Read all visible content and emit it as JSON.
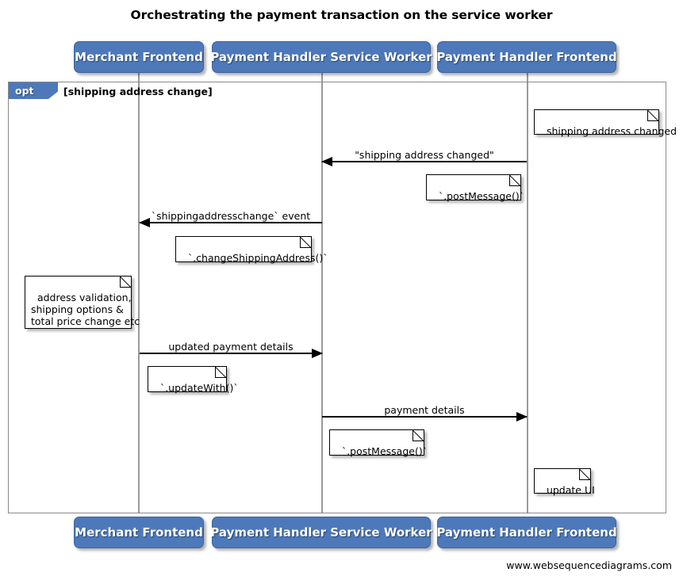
{
  "diagram": {
    "title": "Orchestrating the payment transaction on the service worker",
    "type": "uml-sequence-diagram",
    "footer_credit": "www.websequencediagrams.com",
    "colors": {
      "actor_fill": "#4d79ba",
      "actor_text": "#ffffff",
      "frame_border": "#8a8a8a",
      "lifeline": "#9a9a9a",
      "arrow": "#000000",
      "note_fill": "#ffffff",
      "background": "#ffffff"
    }
  },
  "actors": [
    {
      "id": "merchant-frontend",
      "label": "Merchant Frontend"
    },
    {
      "id": "payment-handler-service-worker",
      "label": "Payment Handler Service Worker"
    },
    {
      "id": "payment-handler-frontend",
      "label": "Payment Handler Frontend"
    }
  ],
  "fragment": {
    "operator": "opt",
    "guard": "[shipping address change]"
  },
  "messages": [
    {
      "id": "shipping-address-changed",
      "label": "\"shipping address changed\"",
      "from": "payment-handler-frontend",
      "to": "payment-handler-service-worker",
      "direction": "left"
    },
    {
      "id": "shippingaddresschange-event",
      "label": "`shippingaddresschange` event",
      "from": "payment-handler-service-worker",
      "to": "merchant-frontend",
      "direction": "left"
    },
    {
      "id": "updated-payment-details",
      "label": "updated payment details",
      "from": "merchant-frontend",
      "to": "payment-handler-service-worker",
      "direction": "right"
    },
    {
      "id": "payment-details",
      "label": "payment details",
      "from": "payment-handler-service-worker",
      "to": "payment-handler-frontend",
      "direction": "right"
    }
  ],
  "notes": [
    {
      "id": "note-shipping-address-changed",
      "text": "shipping address changed",
      "over": "payment-handler-frontend"
    },
    {
      "id": "note-post-message-1",
      "text": "`.postMessage()`",
      "over": "payment-handler-frontend"
    },
    {
      "id": "note-change-shipping-address",
      "text": "`.changeShippingAddress()`",
      "over": "payment-handler-service-worker"
    },
    {
      "id": "note-address-validation",
      "text": "address validation,\nshipping options &\ntotal price change etc",
      "over": "merchant-frontend"
    },
    {
      "id": "note-update-with",
      "text": "`.updateWith()`",
      "over": "merchant-frontend"
    },
    {
      "id": "note-post-message-2",
      "text": "`.postMessage()`",
      "over": "payment-handler-service-worker"
    },
    {
      "id": "note-update-ui",
      "text": "update UI",
      "over": "payment-handler-frontend"
    }
  ]
}
